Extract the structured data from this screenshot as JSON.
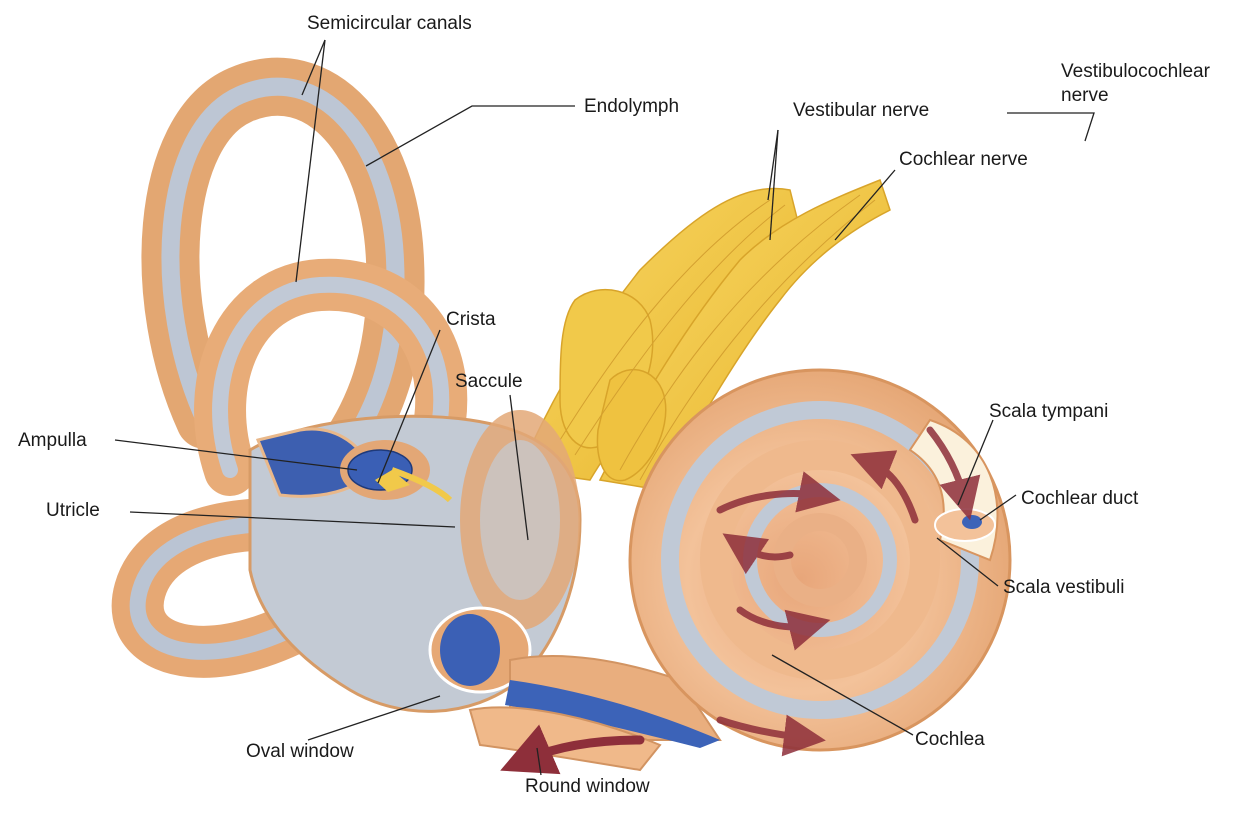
{
  "labels": {
    "semicircular_canals": "Semicircular canals",
    "endolymph": "Endolymph",
    "vestibulocochlear_line1": "Vestibulocochlear",
    "vestibulocochlear_line2": "nerve",
    "vestibular_nerve": "Vestibular nerve",
    "cochlear_nerve": "Cochlear nerve",
    "crista": "Crista",
    "saccule": "Saccule",
    "ampulla": "Ampulla",
    "utricle": "Utricle",
    "scala_tympani": "Scala tympani",
    "cochlear_duct": "Cochlear duct",
    "scala_vestibuli": "Scala vestibuli",
    "cochlea": "Cochlea",
    "oval_window": "Oval window",
    "round_window": "Round window"
  },
  "colors": {
    "bone": "#f0b98a",
    "bone_dark": "#d9925e",
    "membrane": "#b8c4d3",
    "fluid_blue": "#3c63b8",
    "nerve": "#f3c43a",
    "arrow": "#8e2f3a"
  }
}
